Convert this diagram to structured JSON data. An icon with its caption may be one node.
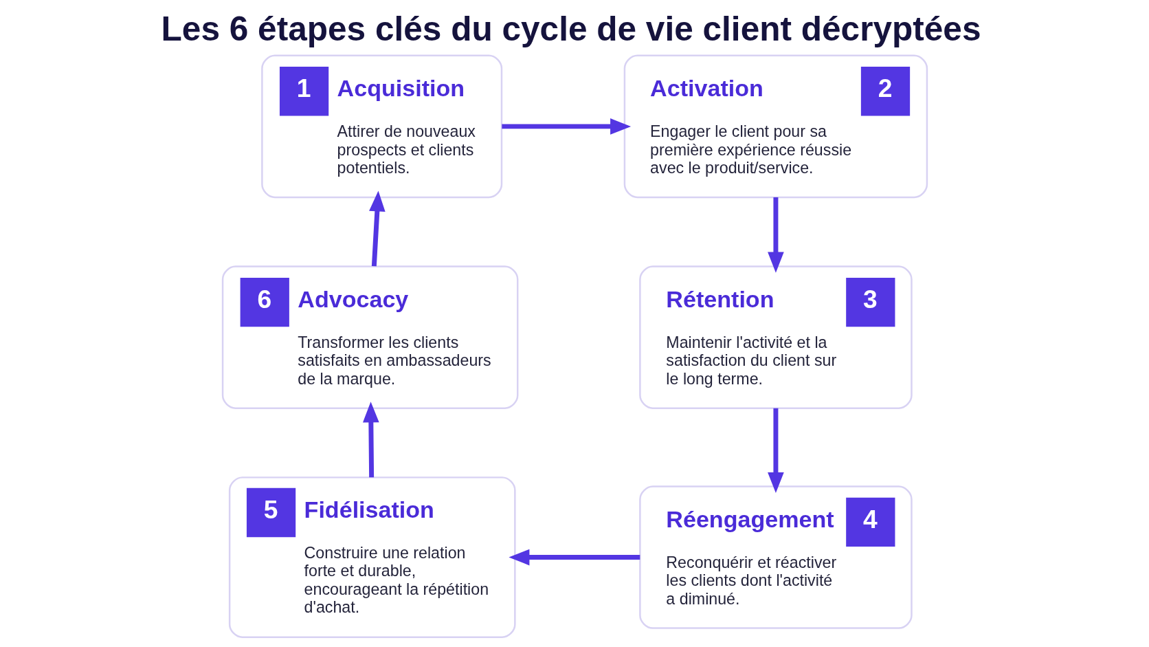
{
  "diagram": {
    "title": "Les 6 étapes clés du cycle de vie client décryptées",
    "nodes": [
      {
        "text": [
          "1",
          "Acquisition",
          "Attirer de nouveaux prospects et clients potentiels."
        ]
      },
      {
        "text": [
          "Activation",
          "2",
          "Engager le client pour sa première expérience réussie avec le produit/service."
        ]
      },
      {
        "text": [
          "Rétention",
          "3",
          "Maintenir l'activité et la satisfaction du client sur le long terme."
        ]
      },
      {
        "text": [
          "Réengagement",
          "4",
          "Reconquérir et réactiver les clients dont l'activité a diminué."
        ]
      },
      {
        "text": [
          "5",
          "Fidélisation",
          "Construire une relation forte et durable, encourageant la répétition d'achat."
        ]
      },
      {
        "text": [
          "6",
          "Advocacy",
          "Transformer les clients satisfaits en ambassadeurs de la marque."
        ]
      }
    ],
    "edges": [
      {
        "from": 0,
        "to": 1,
        "arrow": "to"
      },
      {
        "from": 1,
        "to": 2,
        "arrow": "to"
      },
      {
        "from": 2,
        "to": 3,
        "arrow": "to"
      },
      {
        "from": 3,
        "to": 4,
        "arrow": "to"
      },
      {
        "from": 4,
        "to": 5,
        "arrow": "to"
      },
      {
        "from": 5,
        "to": 0,
        "arrow": "to"
      }
    ]
  }
}
